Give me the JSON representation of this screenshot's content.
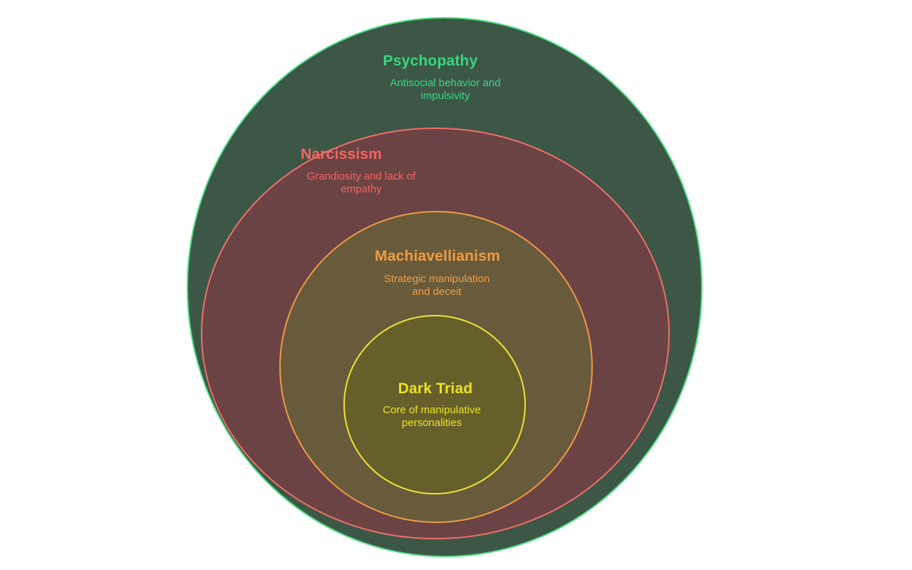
{
  "diagram": {
    "type": "nested-onion",
    "subject": "Dark Triad personality traits",
    "layers": [
      {
        "name": "Psychopathy",
        "description": "Antisocial behavior and\nimpulsivity",
        "fill": "#3D5747",
        "stroke": "#4ADE80",
        "text_color": "#38D67F"
      },
      {
        "name": "Narcissism",
        "description": "Grandiosity and lack of\nempathy",
        "fill": "#6B4344",
        "stroke": "#F06E69",
        "text_color": "#F4645F"
      },
      {
        "name": "Machiavellianism",
        "description": "Strategic manipulation\nand deceit",
        "fill": "#675B3C",
        "stroke": "#F09A42",
        "text_color": "#F29B3F"
      },
      {
        "name": "Dark Triad",
        "description": "Core of manipulative\npersonalities",
        "fill": "#655F2B",
        "stroke": "#EFE135",
        "text_color": "#EDE028"
      }
    ]
  }
}
